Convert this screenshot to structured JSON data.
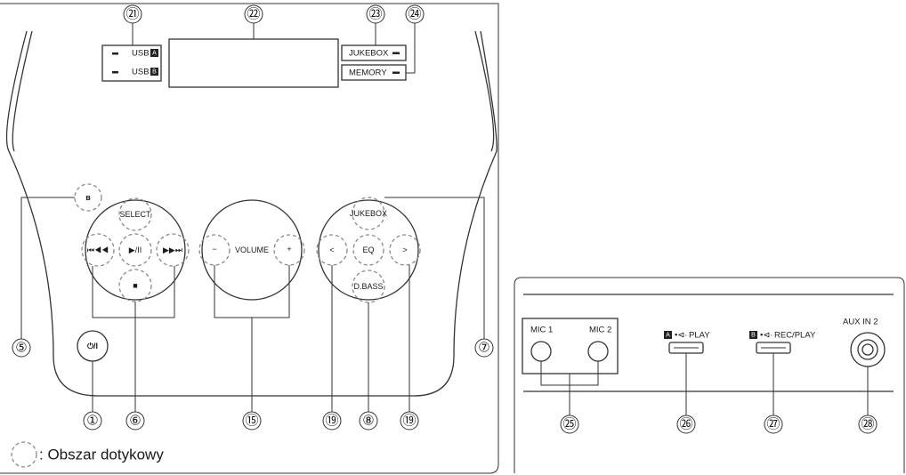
{
  "callouts": {
    "c21": "㉑",
    "c22": "㉒",
    "c23": "㉓",
    "c24": "㉔",
    "c5": "⑤",
    "c7": "⑦",
    "c1": "①",
    "c6": "⑥",
    "c15": "⑮",
    "c19a": "⑲",
    "c8": "⑧",
    "c19b": "⑲",
    "c25": "㉕",
    "c26": "㉖",
    "c27": "㉗",
    "c28": "㉘"
  },
  "indicators": {
    "usb": "USB",
    "badge_a": "A",
    "badge_b": "B",
    "jukebox": "JUKEBOX",
    "memory": "MEMORY"
  },
  "controls": {
    "bluetooth": "ʙ",
    "select": "SELECT",
    "rewind": "⏮◀◀",
    "play_pause": "▶/II",
    "forward": "▶▶⏭",
    "stop": "■",
    "power": "⏻/I",
    "volume": "VOLUME",
    "vol_minus": "−",
    "vol_plus": "+",
    "jukebox": "JUKEBOX",
    "left": "<",
    "eq": "EQ",
    "right": ">",
    "dbass": "D.BASS"
  },
  "rear_panel": {
    "mic1": "MIC 1",
    "mic2": "MIC 2",
    "play": "PLAY",
    "rec_play": "REC/PLAY",
    "aux": "AUX IN 2",
    "usb_symbol": "•⊲·"
  },
  "legend": {
    "text": ": Obszar dotykowy"
  }
}
